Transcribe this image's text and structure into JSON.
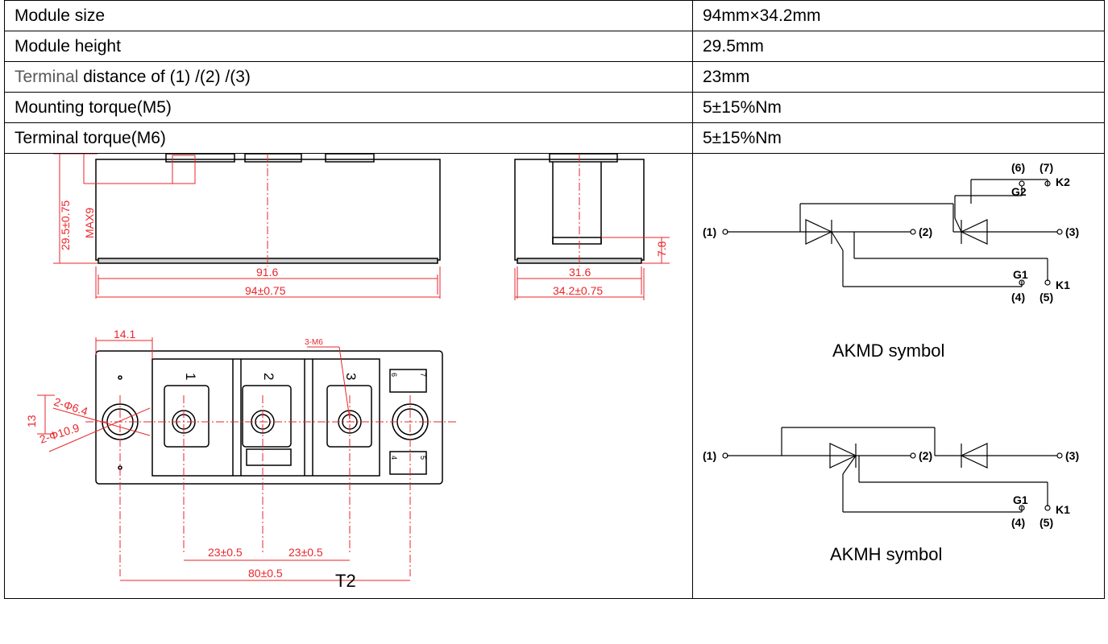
{
  "specs": {
    "rows": [
      {
        "label": "Module size",
        "value": "94mm×34.2mm"
      },
      {
        "label": "Module height",
        "value": "29.5mm"
      },
      {
        "label_prefix": "Terminal",
        "label": " distance of (1) /(2) /(3)",
        "value": "23mm"
      },
      {
        "label": "Mounting torque(M5)",
        "value": "5±15%Nm"
      },
      {
        "label": "Terminal torque(M6)",
        "value": "5±15%Nm"
      }
    ]
  },
  "drawing": {
    "caption": "T2",
    "front_view": {
      "height_dim": "29.5±0.75",
      "max_dim": "MAX9",
      "inner_width_dim": "91.6",
      "outer_width_dim": "94±0.75"
    },
    "side_view": {
      "inner_width_dim": "31.6",
      "outer_width_dim": "34.2±0.75",
      "height_dim": "7.8"
    },
    "top_view": {
      "edge_dim": "14.1",
      "thread_label": "3-M6",
      "hole_small_dim": "2-Φ6.4",
      "hole_large_dim": "2-Φ10.9",
      "height_dim": "13",
      "terminal_labels": [
        "1",
        "2",
        "3"
      ],
      "aux_labels": [
        "6",
        "7",
        "4",
        "5"
      ],
      "pitch_left": "23±0.5",
      "pitch_right": "23±0.5",
      "mount_pitch": "80±0.5"
    }
  },
  "symbols": {
    "akmd": {
      "caption": "AKMD symbol",
      "pins": {
        "p1": "(1)",
        "p2": "(2)",
        "p3": "(3)",
        "p4": "(4)",
        "p5": "(5)",
        "p6": "(6)",
        "p7": "(7)",
        "g1": "G1",
        "k1": "K1",
        "g2": "G2",
        "k2": "K2"
      }
    },
    "akmh": {
      "caption": "AKMH symbol",
      "pins": {
        "p1": "(1)",
        "p2": "(2)",
        "p3": "(3)",
        "p4": "(4)",
        "p5": "(5)",
        "g1": "G1",
        "k1": "K1"
      }
    }
  },
  "colors": {
    "drawing_red": "#e8262b",
    "line": "#000000",
    "grey_text": "#595959"
  }
}
